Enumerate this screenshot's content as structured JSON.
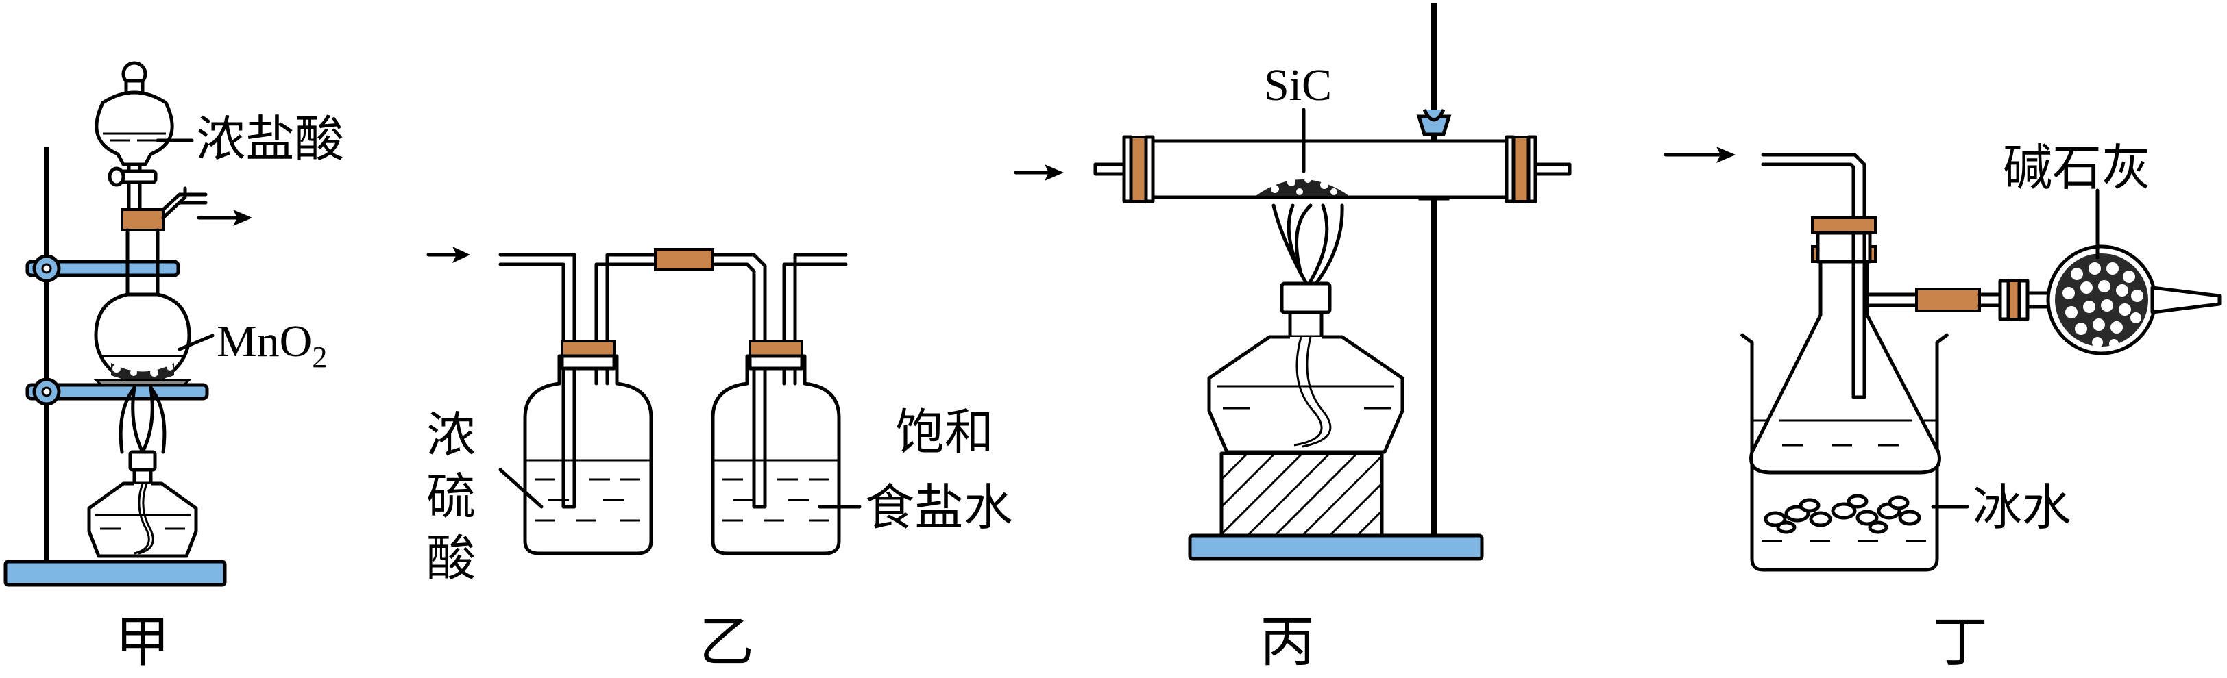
{
  "apparatus": {
    "jia": {
      "caption": "甲",
      "funnel_reagent": "浓盐酸",
      "flask_reagent_main": "MnO",
      "flask_reagent_sub": "2"
    },
    "yi": {
      "caption": "乙",
      "bottle1_label": [
        "浓",
        "硫",
        "酸"
      ],
      "bottle2_label_line1": "饱和",
      "bottle2_label_line2": "食盐水"
    },
    "bing": {
      "caption": "丙",
      "tube_reagent": "SiC"
    },
    "ding": {
      "caption": "丁",
      "drying_bulb_reagent": "碱石灰",
      "bath": "冰水"
    }
  },
  "colors": {
    "stand_base": "#7fb5e3",
    "stopper": "#c8844a",
    "line": "#000000"
  }
}
